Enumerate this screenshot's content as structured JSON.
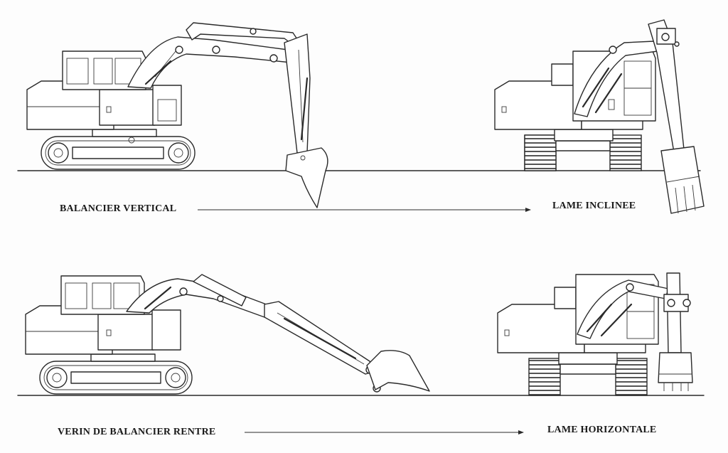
{
  "captions": {
    "top_left": "BALANCIER VERTICAL",
    "top_right": "LAME INCLINEE",
    "bottom_left": "VERIN DE BALANCIER RENTRE",
    "bottom_right": "LAME HORIZONTALE"
  },
  "colors": {
    "line": "#2a2a2a",
    "paper": "#fdfdfd"
  }
}
